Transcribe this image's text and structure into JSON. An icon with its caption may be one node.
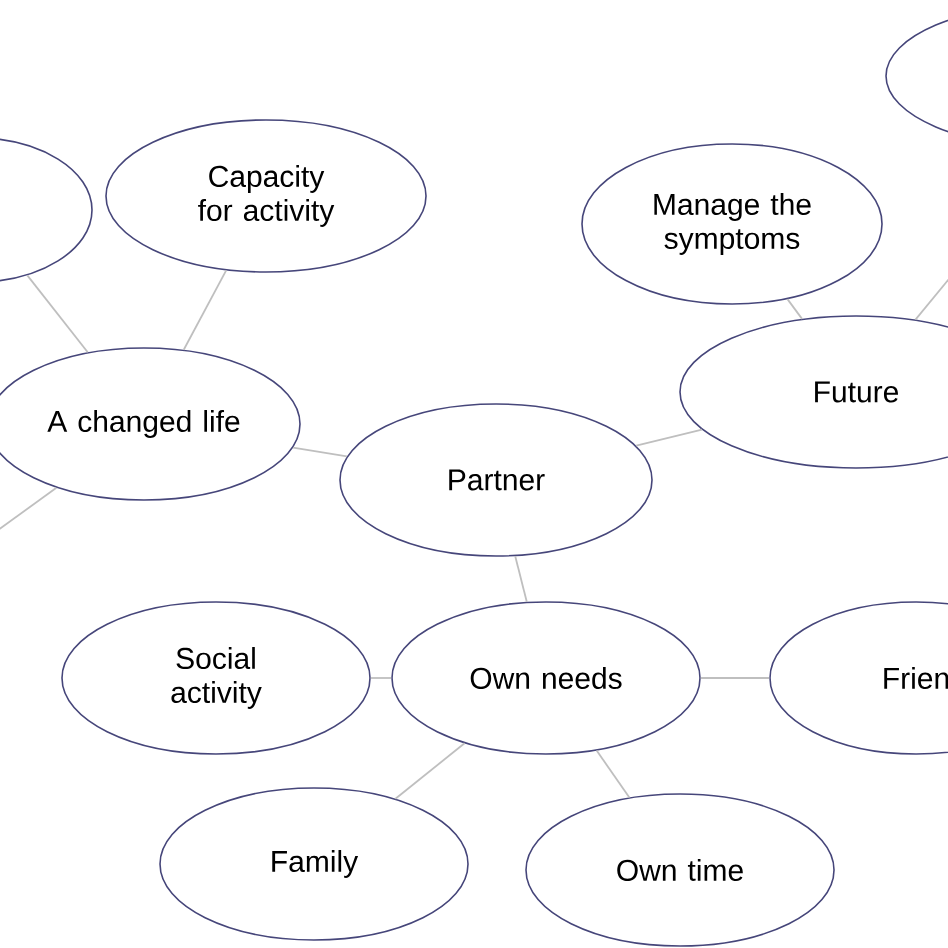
{
  "diagram": {
    "nodes": [
      {
        "text": [],
        "shape": "ellipse"
      },
      {
        "text": [
          "Capacity for activity"
        ]
      },
      {
        "text": [],
        "shape": "ellipse"
      },
      {
        "text": [
          "Manage the symptoms"
        ]
      },
      {
        "text": [
          "A changed life"
        ]
      },
      {
        "text": [
          "Future"
        ]
      },
      {
        "text": [
          "Partner"
        ]
      },
      {
        "text": [
          "Social activity"
        ]
      },
      {
        "text": [
          "Own needs"
        ]
      },
      {
        "text": [
          "Frien"
        ]
      },
      {
        "text": [
          "Family"
        ]
      },
      {
        "text": [
          "Own time"
        ]
      }
    ],
    "edges": [
      {
        "from": 0,
        "to": 4,
        "arrow": "none"
      },
      {
        "from": 1,
        "to": 4,
        "arrow": "none"
      },
      {
        "from": 4,
        "to": 6,
        "arrow": "none"
      },
      {
        "from": 4,
        "to": null,
        "arrow": "none"
      },
      {
        "from": 6,
        "to": 5,
        "arrow": "none"
      },
      {
        "from": 3,
        "to": 5,
        "arrow": "none"
      },
      {
        "from": 2,
        "to": 5,
        "arrow": "none"
      },
      {
        "from": 6,
        "to": 8,
        "arrow": "none"
      },
      {
        "from": 7,
        "to": 8,
        "arrow": "none"
      },
      {
        "from": 8,
        "to": 9,
        "arrow": "none"
      },
      {
        "from": 8,
        "to": 10,
        "arrow": "none"
      },
      {
        "from": 8,
        "to": 11,
        "arrow": "none"
      }
    ]
  }
}
